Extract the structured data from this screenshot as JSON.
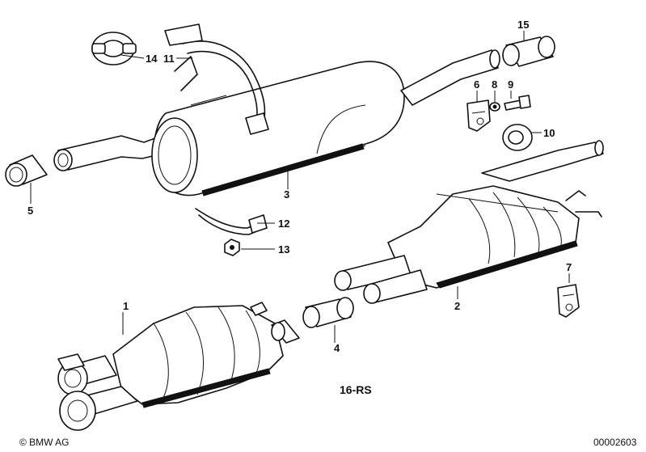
{
  "callouts": {
    "c1": "1",
    "c2": "2",
    "c3": "3",
    "c4": "4",
    "c5": "5",
    "c6": "6",
    "c7": "7",
    "c8": "8",
    "c9": "9",
    "c10": "10",
    "c11": "11",
    "c12": "12",
    "c13": "13",
    "c14": "14",
    "c15": "15"
  },
  "model_code": "16-RS",
  "copyright": "© BMW AG",
  "document_number": "00002603"
}
